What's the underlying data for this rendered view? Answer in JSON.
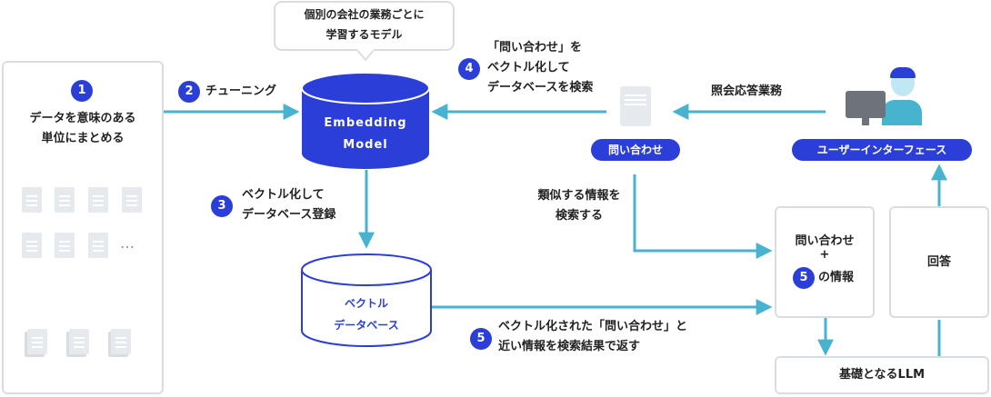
{
  "callout": {
    "line1": "個別の会社の業務ごとに",
    "line2": "学習するモデル"
  },
  "steps": {
    "s1": {
      "num": "1",
      "line1": "データを意味のある",
      "line2": "単位にまとめる"
    },
    "s2": {
      "num": "2",
      "label": "チューニング"
    },
    "s3": {
      "num": "3",
      "line1": "ベクトル化して",
      "line2": "データベース登録"
    },
    "s4": {
      "num": "4",
      "line1": "「問い合わせ」を",
      "line2": "ベクトル化して",
      "line3": "データベースを検索"
    },
    "s5": {
      "num": "5",
      "line1": "ベクトル化された「問い合わせ」と",
      "line2": "近い情報を検索結果で返す"
    }
  },
  "embedding_model": {
    "line1": "Embedding",
    "line2": "Model"
  },
  "vector_db": {
    "line1": "ベクトル",
    "line2": "データベース"
  },
  "inquiry": {
    "label": "問い合わせ"
  },
  "inquiry_service": {
    "label": "照会応答業務"
  },
  "user_interface": {
    "label": "ユーザーインターフェース"
  },
  "similar_search": {
    "line1": "類似する情報を",
    "line2": "検索する"
  },
  "combined_box": {
    "line1": "問い合わせ",
    "plus": "+",
    "num": "5",
    "line2": "の情報"
  },
  "answer_box": {
    "label": "回答"
  },
  "llm_box": {
    "label": "基礎となるLLM"
  },
  "more_docs": "…",
  "colors": {
    "accent": "#2b3fd8",
    "line": "#47b3cf",
    "border": "#d9dde3",
    "doc": "#e6e9ee"
  }
}
